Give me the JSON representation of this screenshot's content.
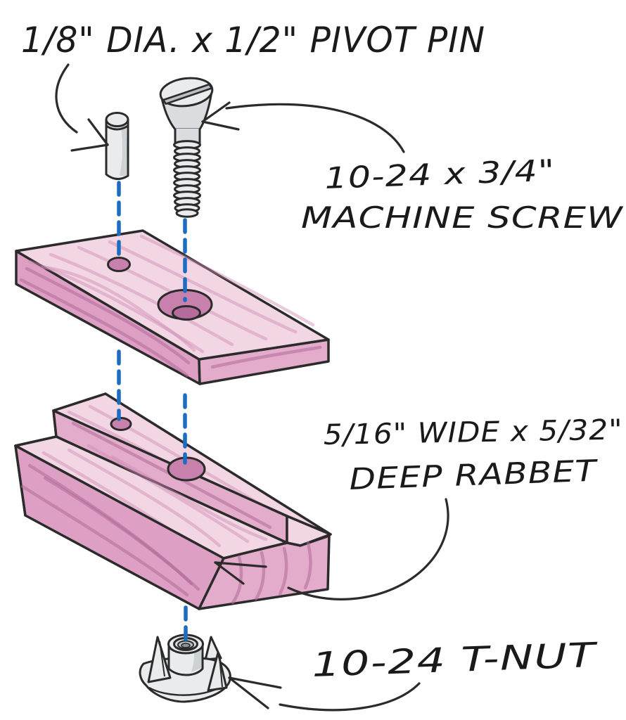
{
  "title": "Exploded hardware diagram of jig assembly",
  "diagram": {
    "labels": {
      "pivot_pin": "1/8\" DIA. x 1/2\" PIVOT PIN",
      "screw_size": "10-24 x 3/4\"",
      "screw_name": "MACHINE SCREW",
      "rabbet_size": "5/16\" WIDE x 5/32\"",
      "rabbet_name": "DEEP RABBET",
      "tnut": "10-24 T-NUT"
    },
    "parts": [
      {
        "name": "pivot-pin",
        "spec": "1/8\" DIA. x 1/2\" PIVOT PIN"
      },
      {
        "name": "machine-screw",
        "spec": "10-24 x 3/4\" MACHINE SCREW"
      },
      {
        "name": "top-board",
        "features": "small pivot-pin hole, countersunk screw hole"
      },
      {
        "name": "rabbeted-base-block",
        "spec": "5/16\" WIDE x 5/32\" DEEP RABBET",
        "features": "small pivot-pin hole, screw through-hole"
      },
      {
        "name": "t-nut",
        "spec": "10-24 T-NUT"
      }
    ],
    "colors": {
      "background": "#ffffff",
      "outline": "#2b2b2b",
      "text": "#1a1a1a",
      "centerline_blue": "#1e6cc0",
      "wood_light": "#f3d6e4",
      "wood_medium": "#e3accb",
      "wood_dark_face": "#dd9fc4",
      "wood_grain": "#cf8bb4",
      "wood_grain_dark": "#b16a99",
      "hole": "#c881ac",
      "hole_dark": "#b56b9c",
      "metal_light": "#e9ebec",
      "metal_mid": "#d9dde0",
      "metal_shadow": "#b9bfc4"
    }
  }
}
